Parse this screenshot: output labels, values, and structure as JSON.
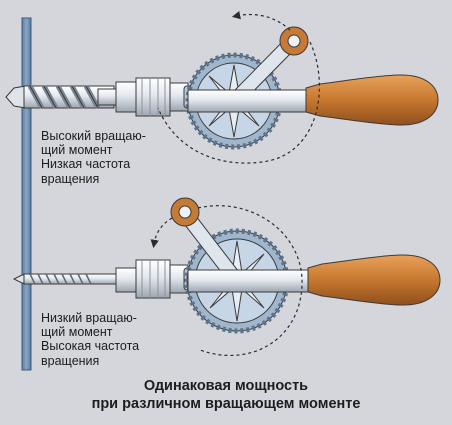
{
  "labels": {
    "top": [
      "Высокий вращаю-",
      "щий момент",
      "Низкая частота",
      "вращения"
    ],
    "bottom": [
      "Низкий вращаю-",
      "щий момент",
      "Высокая частота",
      "вращения"
    ]
  },
  "caption": [
    "Одинаковая мощность",
    "при различном вращающем моменте"
  ],
  "colors": {
    "background": "#d4d6dc",
    "wall": "#6f8fb2",
    "metal": "#e9ecf1",
    "gear": "#aec3d7",
    "handle": "#c6782f"
  },
  "icons": [
    "hand-drill-icon",
    "rotation-arrow-icon"
  ]
}
